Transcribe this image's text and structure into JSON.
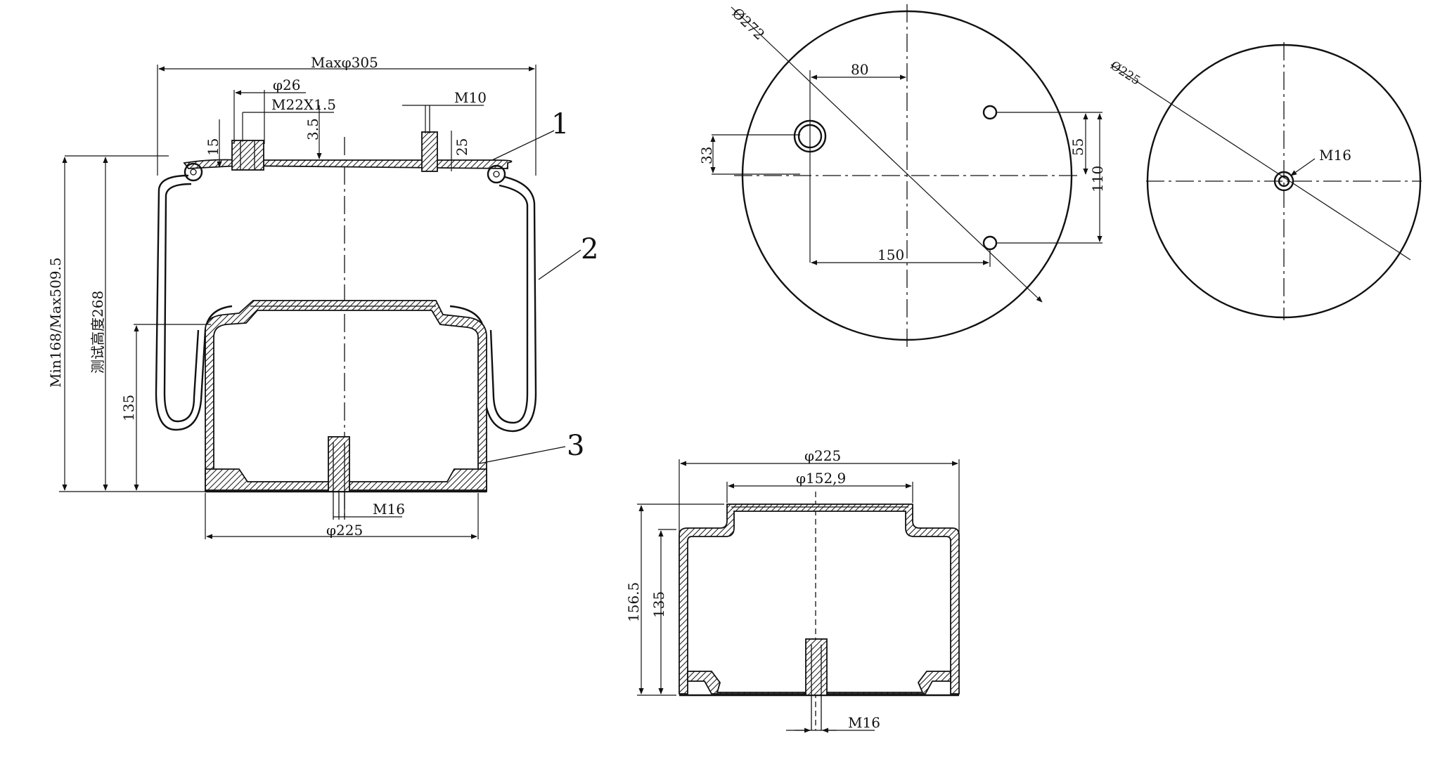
{
  "side_view": {
    "max_diameter": "Maxφ305",
    "port_diameter": "φ26",
    "port_thread": "M22X1.5",
    "stud_thread": "M10",
    "dim_3_5": "3.5",
    "dim_15": "15",
    "dim_25": "25",
    "height_range": "Min168/Max509.5",
    "test_height": "测试高度268",
    "piston_height": "135",
    "bottom_stud": "M16",
    "piston_diameter": "φ225",
    "balloon_1": "1",
    "balloon_2": "2",
    "balloon_3": "3"
  },
  "top_plate_view": {
    "diameter": "Ø272",
    "dim_80": "80",
    "dim_33": "33",
    "dim_55": "55",
    "dim_110": "110",
    "dim_150": "150"
  },
  "bottom_plate_view": {
    "diameter": "Ø225",
    "stud": "M16"
  },
  "piston_view": {
    "outer_diameter": "φ225",
    "top_diameter": "φ152,9",
    "overall_height": "156.5",
    "body_height": "135",
    "stud": "M16"
  }
}
